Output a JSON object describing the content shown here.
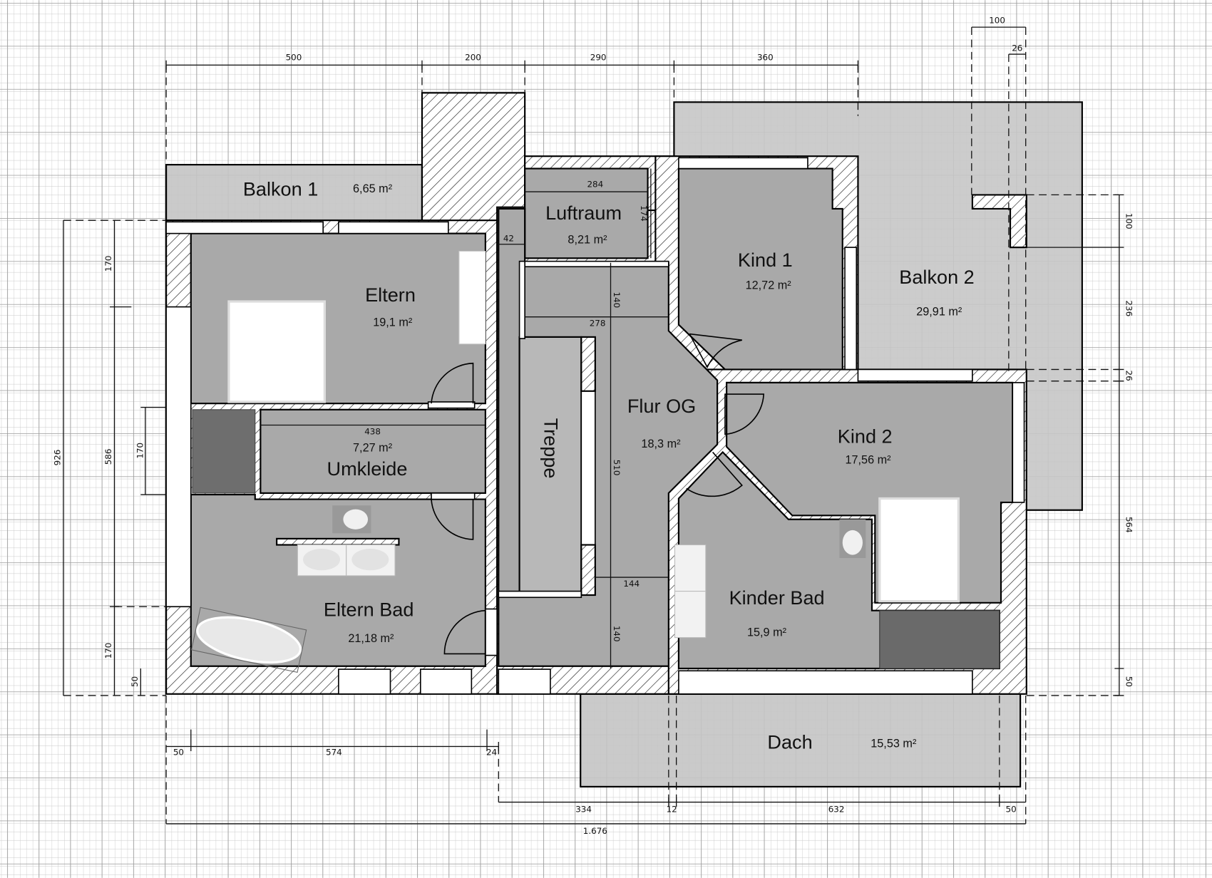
{
  "plan": {
    "colors": {
      "room": "#a9a9a9",
      "balcony": "#c6c6c6",
      "wall_hatch": "#000000",
      "grid": "#9a9a9a"
    },
    "rooms": {
      "balkon1": {
        "name": "Balkon 1",
        "area": "6,65 m²"
      },
      "eltern": {
        "name": "Eltern",
        "area": "19,1 m²"
      },
      "luftraum": {
        "name": "Luftraum",
        "area": "8,21 m²"
      },
      "kind1": {
        "name": "Kind 1",
        "area": "12,72 m²"
      },
      "balkon2": {
        "name": "Balkon 2",
        "area": "29,91 m²"
      },
      "flur": {
        "name": "Flur OG",
        "area": "18,3 m²"
      },
      "treppe": {
        "name": "Treppe"
      },
      "kind2": {
        "name": "Kind 2",
        "area": "17,56 m²"
      },
      "umkleide": {
        "name": "Umkleide",
        "area": "7,27 m²"
      },
      "elternbad": {
        "name": "Eltern Bad",
        "area": "21,18 m²"
      },
      "kinderbad": {
        "name": "Kinder Bad",
        "area": "15,9 m²"
      },
      "dach": {
        "name": "Dach",
        "area": "15,53 m²"
      }
    },
    "dimensions": {
      "top": [
        "500",
        "200",
        "290",
        "360"
      ],
      "top_right_100": "100",
      "top_right_26": "26",
      "right": [
        "100",
        "236",
        "26",
        "564",
        "50"
      ],
      "left_total": "926",
      "left": [
        "170",
        "586",
        "170"
      ],
      "left_inner_170": "170",
      "left_50": "50",
      "bottom1": [
        "50",
        "574",
        "24"
      ],
      "bottom2": [
        "334",
        "12",
        "632",
        "50"
      ],
      "bottom_total": "1.676",
      "inner": {
        "luftraum_w": "284",
        "luftraum_h": "174",
        "d42": "42",
        "d140a": "140",
        "d278": "278",
        "d510": "510",
        "d438": "438",
        "d144": "144",
        "d140b": "140"
      }
    }
  }
}
